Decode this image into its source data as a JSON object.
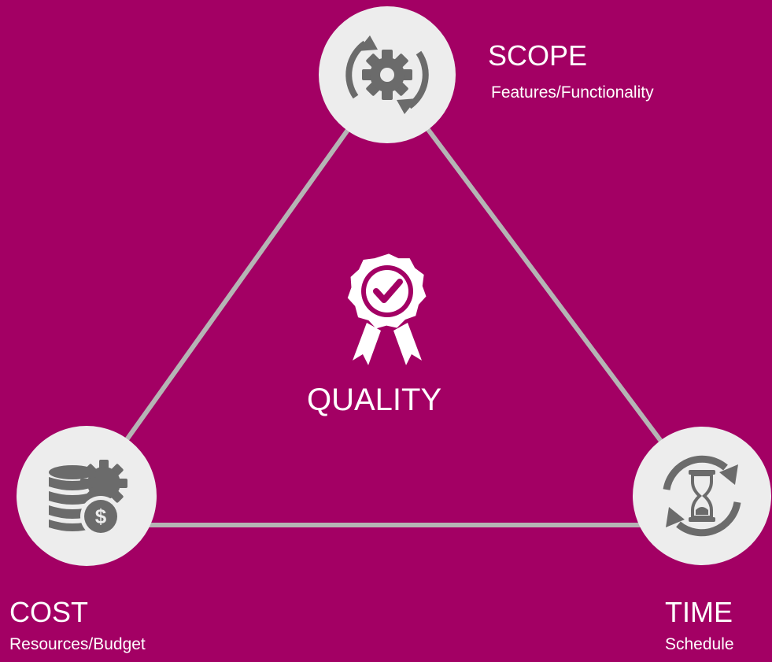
{
  "colors": {
    "background": "#a30064",
    "connector": "#b5b5b5",
    "node_fill": "#ededed",
    "icon": "#6b6b6b",
    "text": "#ffffff"
  },
  "nodes": {
    "scope": {
      "title": "SCOPE",
      "subtitle": "Features/Functionality",
      "icon": "gear-cycle-icon"
    },
    "cost": {
      "title": "COST",
      "subtitle": "Resources/Budget",
      "icon": "database-gear-dollar-icon"
    },
    "time": {
      "title": "TIME",
      "subtitle": "Schedule",
      "icon": "hourglass-cycle-icon"
    }
  },
  "center": {
    "label": "QUALITY",
    "icon": "quality-badge-icon"
  }
}
